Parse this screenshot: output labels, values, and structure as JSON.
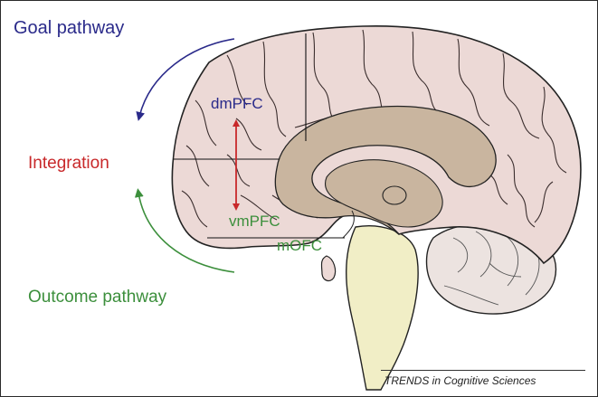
{
  "labels": {
    "goal_pathway": "Goal pathway",
    "integration": "Integration",
    "outcome_pathway": "Outcome pathway",
    "dmpfc": "dmPFC",
    "vmpfc": "vmPFC",
    "mofc": "mOFC",
    "credit": "TRENDS in Cognitive Sciences"
  },
  "colors": {
    "goal": "#2a2a8a",
    "integration": "#c8282a",
    "outcome": "#3c8f3c",
    "cortex": "#ecd9d6",
    "inner": "#c9b59f",
    "cerebellum": "#ece3e0",
    "brainstem": "#f1eec6"
  }
}
